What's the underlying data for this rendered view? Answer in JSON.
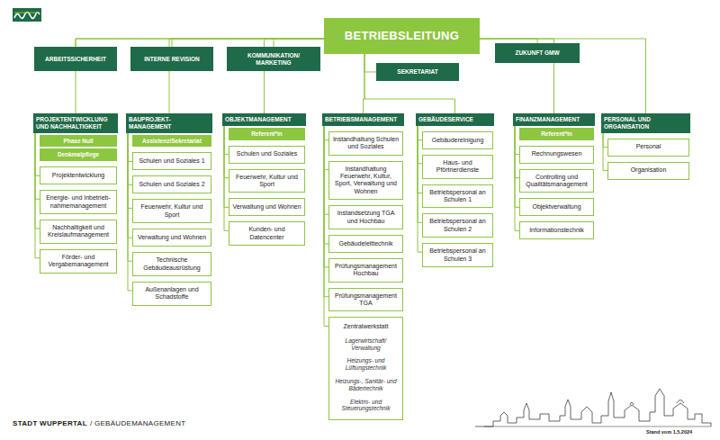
{
  "diagram": {
    "nodes": [
      {
        "text": [
          "BETRIEBSLEITUNG"
        ]
      },
      {
        "text": [
          "ARBEITSSICHERHEIT"
        ]
      },
      {
        "text": [
          "INTERNE REVISION"
        ]
      },
      {
        "text": [
          "KOMMUNIKATION/ MARKETING"
        ]
      },
      {
        "text": [
          "SEKRETARIAT"
        ]
      },
      {
        "text": [
          "ZUKUNFT GMW"
        ]
      },
      {
        "text": [
          "PROJEKTENTWICKLUNG UND NACHHALTIGKEIT"
        ]
      },
      {
        "text": [
          "Phase Null"
        ]
      },
      {
        "text": [
          "Denkmalpflege"
        ]
      },
      {
        "text": [
          "Projektentwicklung"
        ]
      },
      {
        "text": [
          "Energie- und Inbetrieb- nahmemanagement"
        ]
      },
      {
        "text": [
          "Nachhaltigkeit und Kreislaufmanagement"
        ]
      },
      {
        "text": [
          "Förder- und Vergabemanagement"
        ]
      },
      {
        "text": [
          "BAUPROJEKT- MANAGEMENT"
        ]
      },
      {
        "text": [
          "Assistenz/Sekretariat"
        ]
      },
      {
        "text": [
          "Schulen und Soziales 1"
        ]
      },
      {
        "text": [
          "Schulen und Soziales 2"
        ]
      },
      {
        "text": [
          "Feuerwehr, Kultur und Sport"
        ]
      },
      {
        "text": [
          "Verwaltung und Wohnen"
        ]
      },
      {
        "text": [
          "Technische Gebäudeausrüstung"
        ]
      },
      {
        "text": [
          "Außenanlagen und Schadstoffe"
        ]
      },
      {
        "text": [
          "OBJEKTMANAGEMENT"
        ]
      },
      {
        "text": [
          "Referent*in"
        ]
      },
      {
        "text": [
          "Schulen und Soziales"
        ]
      },
      {
        "text": [
          "Feuerwehr, Kultur und Sport"
        ]
      },
      {
        "text": [
          "Verwaltung und Wohnen"
        ]
      },
      {
        "text": [
          "Kunden- und Datencenter"
        ]
      },
      {
        "text": [
          "BETRIEBSMANAGEMENT"
        ]
      },
      {
        "text": [
          "Instandhaltung Schulen und Soziales"
        ]
      },
      {
        "text": [
          "Instandhaltung Feuerwehr, Kultur, Sport, Verwaltung und Wohnen"
        ]
      },
      {
        "text": [
          "Instandsetzung TGA und Hochbau"
        ]
      },
      {
        "text": [
          "Gebäudeleittechnik"
        ]
      },
      {
        "text": [
          "Prüfungsmanagement Hochbau"
        ]
      },
      {
        "text": [
          "Prüfungsmanagement TGA"
        ]
      },
      {
        "text": [
          "Zentralwerkstatt",
          "Lagerwirtschaft/ Verwaltung",
          "Heizungs- und Lüftungstechnik",
          "Heizungs-, Sanitär- und Bädertechnik",
          "Elektro- und Steuerungstechnik"
        ]
      },
      {
        "text": [
          "GEBÄUDESERVICE"
        ]
      },
      {
        "text": [
          "Gebäudereinigung"
        ]
      },
      {
        "text": [
          "Haus- und Pförtnerdienste"
        ]
      },
      {
        "text": [
          "Betriebspersonal an Schulen 1"
        ]
      },
      {
        "text": [
          "Betriebspersonal an Schulen 2"
        ]
      },
      {
        "text": [
          "Betriebspersonal an Schulen 3"
        ]
      },
      {
        "text": [
          "FINANZMANAGEMENT"
        ]
      },
      {
        "text": [
          "Referent*in"
        ]
      },
      {
        "text": [
          "Rechnungswesen"
        ]
      },
      {
        "text": [
          "Controlling und Qualitätsmanagement"
        ]
      },
      {
        "text": [
          "Objektverwaltung"
        ]
      },
      {
        "text": [
          "Informationstechnik"
        ]
      },
      {
        "text": [
          "PERSONAL UND ORGANISATION"
        ]
      },
      {
        "text": [
          "Personal"
        ]
      },
      {
        "text": [
          "Organisation"
        ]
      }
    ],
    "edges": [
      {
        "from": 0,
        "to": 1,
        "arrow": "none"
      },
      {
        "from": 0,
        "to": 2,
        "arrow": "none"
      },
      {
        "from": 0,
        "to": 3,
        "arrow": "none"
      },
      {
        "from": 0,
        "to": 4,
        "arrow": "none"
      },
      {
        "from": 0,
        "to": 5,
        "arrow": "none"
      },
      {
        "from": 0,
        "to": 6,
        "arrow": "none"
      },
      {
        "from": 0,
        "to": 13,
        "arrow": "none"
      },
      {
        "from": 0,
        "to": 21,
        "arrow": "none"
      },
      {
        "from": 0,
        "to": 27,
        "arrow": "none"
      },
      {
        "from": 0,
        "to": 35,
        "arrow": "none"
      },
      {
        "from": 0,
        "to": 41,
        "arrow": "none"
      },
      {
        "from": 0,
        "to": 47,
        "arrow": "none"
      },
      {
        "from": 6,
        "to": 9,
        "arrow": "none"
      },
      {
        "from": 6,
        "to": 10,
        "arrow": "none"
      },
      {
        "from": 6,
        "to": 11,
        "arrow": "none"
      },
      {
        "from": 6,
        "to": 12,
        "arrow": "none"
      },
      {
        "from": 13,
        "to": 15,
        "arrow": "none"
      },
      {
        "from": 13,
        "to": 16,
        "arrow": "none"
      },
      {
        "from": 13,
        "to": 17,
        "arrow": "none"
      },
      {
        "from": 13,
        "to": 18,
        "arrow": "none"
      },
      {
        "from": 13,
        "to": 19,
        "arrow": "none"
      },
      {
        "from": 13,
        "to": 20,
        "arrow": "none"
      },
      {
        "from": 21,
        "to": 23,
        "arrow": "none"
      },
      {
        "from": 21,
        "to": 24,
        "arrow": "none"
      },
      {
        "from": 21,
        "to": 25,
        "arrow": "none"
      },
      {
        "from": 21,
        "to": 26,
        "arrow": "none"
      },
      {
        "from": 27,
        "to": 28,
        "arrow": "none"
      },
      {
        "from": 27,
        "to": 29,
        "arrow": "none"
      },
      {
        "from": 27,
        "to": 30,
        "arrow": "none"
      },
      {
        "from": 27,
        "to": 31,
        "arrow": "none"
      },
      {
        "from": 27,
        "to": 32,
        "arrow": "none"
      },
      {
        "from": 27,
        "to": 33,
        "arrow": "none"
      },
      {
        "from": 27,
        "to": 34,
        "arrow": "none"
      },
      {
        "from": 35,
        "to": 36,
        "arrow": "none"
      },
      {
        "from": 35,
        "to": 37,
        "arrow": "none"
      },
      {
        "from": 35,
        "to": 38,
        "arrow": "none"
      },
      {
        "from": 35,
        "to": 39,
        "arrow": "none"
      },
      {
        "from": 35,
        "to": 40,
        "arrow": "none"
      },
      {
        "from": 41,
        "to": 43,
        "arrow": "none"
      },
      {
        "from": 41,
        "to": 44,
        "arrow": "none"
      },
      {
        "from": 41,
        "to": 45,
        "arrow": "none"
      },
      {
        "from": 41,
        "to": 46,
        "arrow": "none"
      },
      {
        "from": 47,
        "to": 48,
        "arrow": "none"
      },
      {
        "from": 47,
        "to": 49,
        "arrow": "none"
      }
    ],
    "labels": [
      "STADT WUPPERTAL",
      "/ GEBÄUDEMANAGEMENT",
      "Stand vom 1.5.2024"
    ]
  }
}
